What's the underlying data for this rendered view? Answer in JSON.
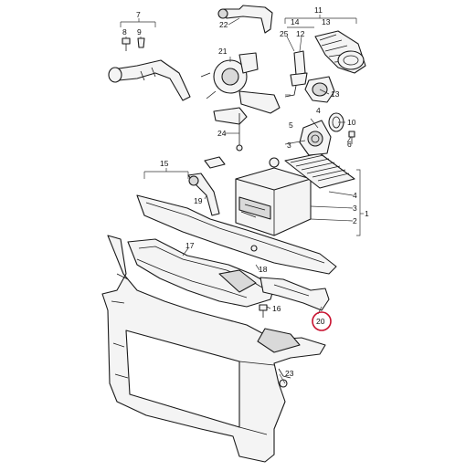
{
  "callouts": {
    "c1": "1",
    "c2": "2",
    "c3": "3",
    "c4": "4",
    "c5": "5",
    "c6": "6",
    "c7": "7",
    "c8": "8",
    "c9": "9",
    "c10": "10",
    "c11": "11",
    "c12": "12",
    "c13a": "13",
    "c13b": "13",
    "c14": "14",
    "c15": "15",
    "c16": "16",
    "c17": "17",
    "c18": "18",
    "c19": "19",
    "c20": "20",
    "c21": "21",
    "c22": "22",
    "c23": "23",
    "c24": "24",
    "c25": "25"
  },
  "highlight": {
    "callout": "20",
    "color": "#c8102e"
  }
}
